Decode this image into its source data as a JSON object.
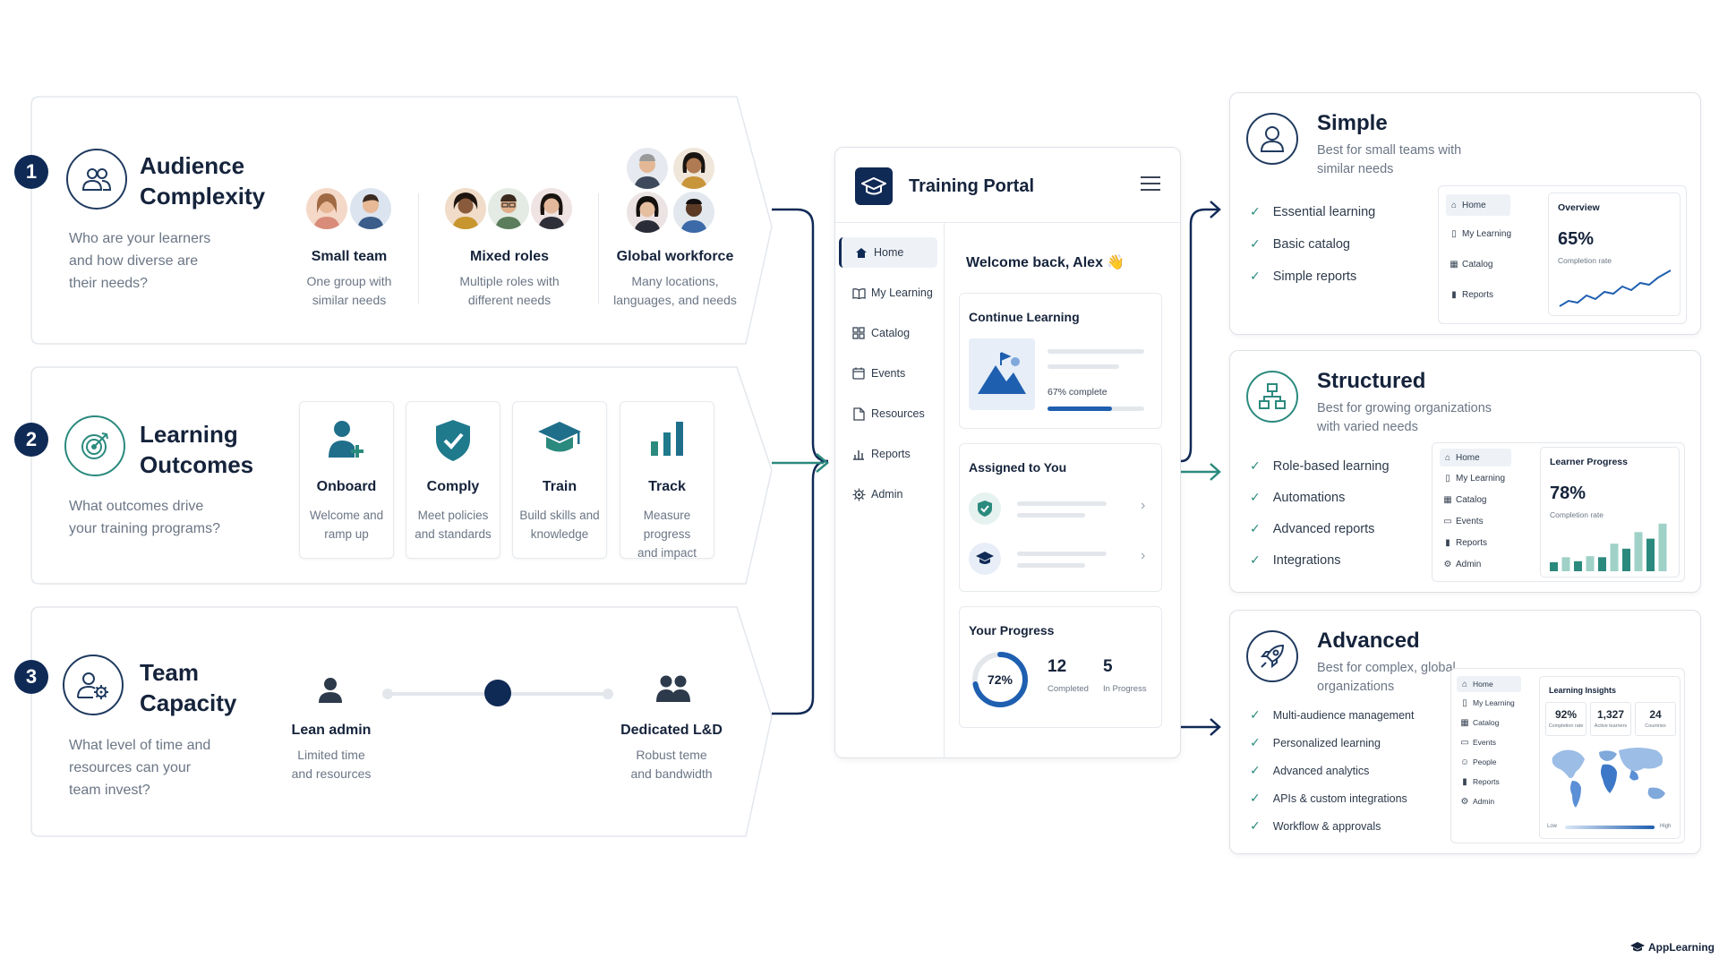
{
  "sections": [
    {
      "number": "1",
      "title_line1": "Audience",
      "title_line2": "Complexity",
      "question": [
        "Who are your learners",
        "and how diverse are",
        "their needs?"
      ],
      "options": [
        {
          "title": "Small team",
          "desc": [
            "One group with",
            "similar needs"
          ]
        },
        {
          "title": "Mixed roles",
          "desc": [
            "Multiple roles with",
            "different needs"
          ]
        },
        {
          "title": "Global workforce",
          "desc": [
            "Many locations,",
            "languages, and needs"
          ]
        }
      ]
    },
    {
      "number": "2",
      "title_line1": "Learning",
      "title_line2": "Outcomes",
      "question": [
        "What outcomes drive",
        "your training programs?"
      ],
      "outcomes": [
        {
          "title": "Onboard",
          "desc": [
            "Welcome and",
            "ramp up"
          ],
          "icon": "user-plus-icon"
        },
        {
          "title": "Comply",
          "desc": [
            "Meet policies",
            "and standards"
          ],
          "icon": "shield-check-icon"
        },
        {
          "title": "Train",
          "desc": [
            "Build skills and",
            "knowledge"
          ],
          "icon": "graduation-cap-icon"
        },
        {
          "title": "Track",
          "desc": [
            "Measure progress",
            "and impact"
          ],
          "icon": "bar-chart-icon"
        }
      ]
    },
    {
      "number": "3",
      "title_line1": "Team",
      "title_line2": "Capacity",
      "question": [
        "What level of time and",
        "resources can your",
        "team invest?"
      ],
      "slider_value": 0.5,
      "options": [
        {
          "title": "Lean admin",
          "desc": [
            "Limited time",
            "and resources"
          ]
        },
        {
          "title": "Dedicated L&D",
          "desc": [
            "Robust teme",
            "and bandwidth"
          ]
        }
      ]
    }
  ],
  "portal": {
    "title": "Training Portal",
    "nav": [
      "Home",
      "My Learning",
      "Catalog",
      "Events",
      "Resources",
      "Reports",
      "Admin"
    ],
    "welcome": "Welcome back, Alex 👋",
    "continue_title": "Continue Learning",
    "continue_progress_text": "67% complete",
    "continue_progress": 0.67,
    "assigned_title": "Assigned to You",
    "progress_title": "Your Progress",
    "progress_percent": "72%",
    "progress_ratio": 0.72,
    "completed_value": "12",
    "completed_label": "Completed",
    "inprogress_value": "5",
    "inprogress_label": "In Progress"
  },
  "tiers": [
    {
      "title": "Simple",
      "desc": [
        "Best for small teams with",
        "similar needs"
      ],
      "features": [
        "Essential learning",
        "Basic catalog",
        "Simple reports"
      ],
      "mini_nav": [
        "Home",
        "My Learning",
        "Catalog",
        "Reports"
      ],
      "card_title": "Overview",
      "card_value": "65%",
      "card_sub": "Completion rate"
    },
    {
      "title": "Structured",
      "desc": [
        "Best for growing organizations",
        "with varied needs"
      ],
      "features": [
        "Role-based learning",
        "Automations",
        "Advanced reports",
        "Integrations"
      ],
      "mini_nav": [
        "Home",
        "My Learning",
        "Catalog",
        "Events",
        "Reports",
        "Admin"
      ],
      "card_title": "Learner Progress",
      "card_value": "78%",
      "card_sub": "Completion rate",
      "bars": [
        0.18,
        0.28,
        0.2,
        0.3,
        0.28,
        0.55,
        0.45,
        0.78,
        0.65,
        0.95
      ]
    },
    {
      "title": "Advanced",
      "desc": [
        "Best for complex, global",
        "organizations"
      ],
      "features": [
        "Multi-audience management",
        "Personalized learning",
        "Advanced analytics",
        "APIs & custom integrations",
        "Workflow & approvals"
      ],
      "mini_nav": [
        "Home",
        "My Learning",
        "Catalog",
        "Events",
        "People",
        "Reports",
        "Admin"
      ],
      "card_title": "Learning Insights",
      "stats": [
        {
          "value": "92%",
          "label": "Completion rate"
        },
        {
          "value": "1,327",
          "label": "Active learners"
        },
        {
          "value": "24",
          "label": "Countries"
        }
      ],
      "legend_low": "Low",
      "legend_high": "High"
    }
  ],
  "brand": "AppLearning",
  "colors": {
    "navy": "#102a56",
    "teal": "#2b8a7e",
    "blue": "#1f5fb0"
  }
}
